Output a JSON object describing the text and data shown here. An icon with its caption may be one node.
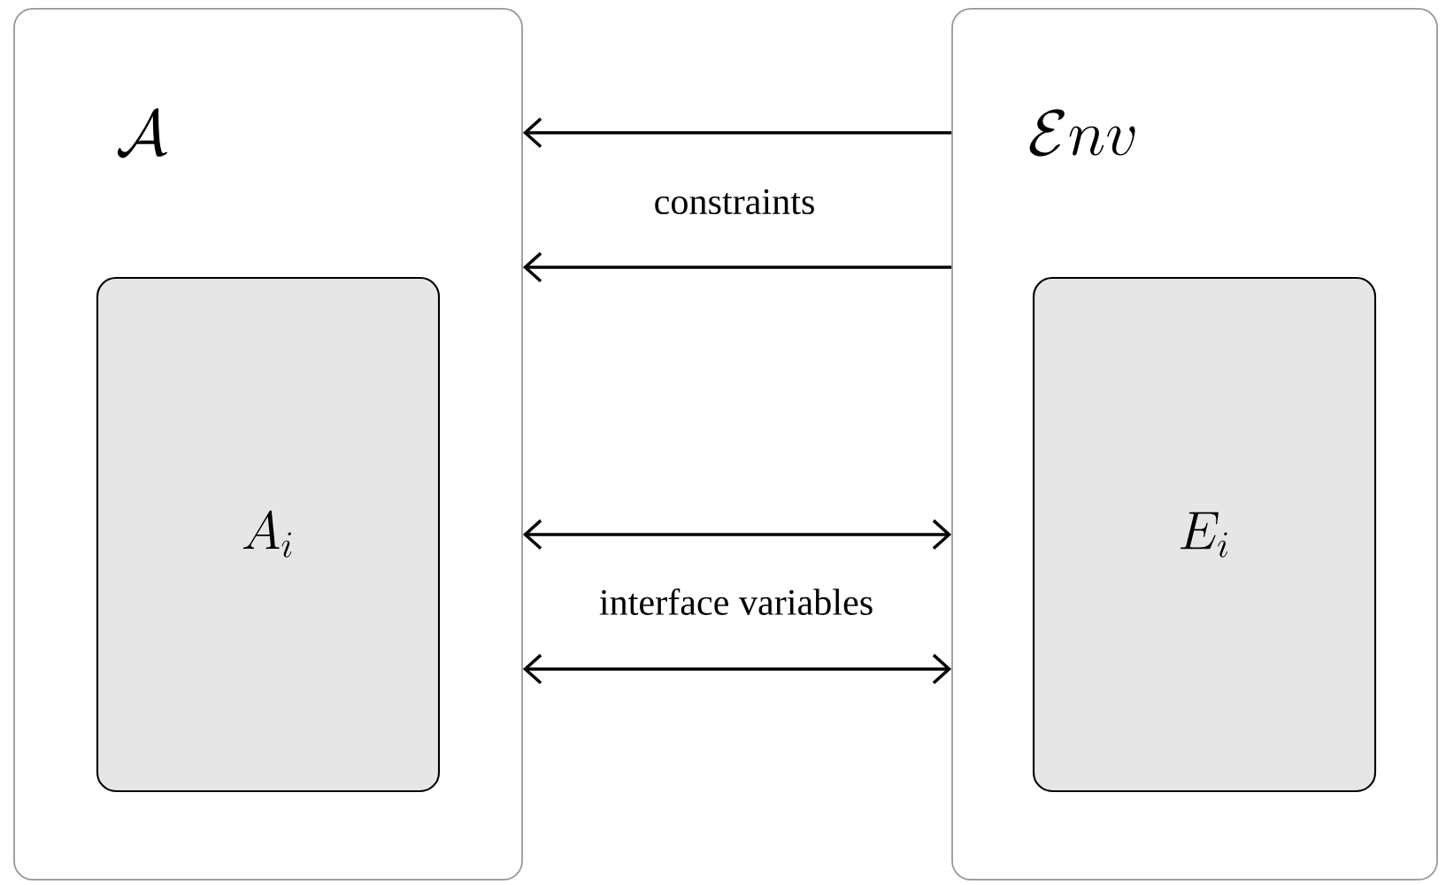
{
  "diagram": {
    "nodes": [
      {
        "text": [
          "\\mathcal{A}"
        ]
      },
      {
        "text": [
          "A_i"
        ],
        "in": 0
      },
      {
        "text": [
          "\\mathcal{E}nv"
        ]
      },
      {
        "text": [
          "E_i"
        ],
        "in": 2
      }
    ],
    "edges": [
      {
        "from": 2,
        "to": 0,
        "arrow": "to"
      },
      {
        "from": 2,
        "to": 0,
        "arrow": "to"
      },
      {
        "from": 0,
        "to": 2,
        "arrow": "both"
      },
      {
        "from": 0,
        "to": 2,
        "arrow": "both"
      }
    ],
    "labels": [
      "constraints",
      "interface variables"
    ]
  }
}
